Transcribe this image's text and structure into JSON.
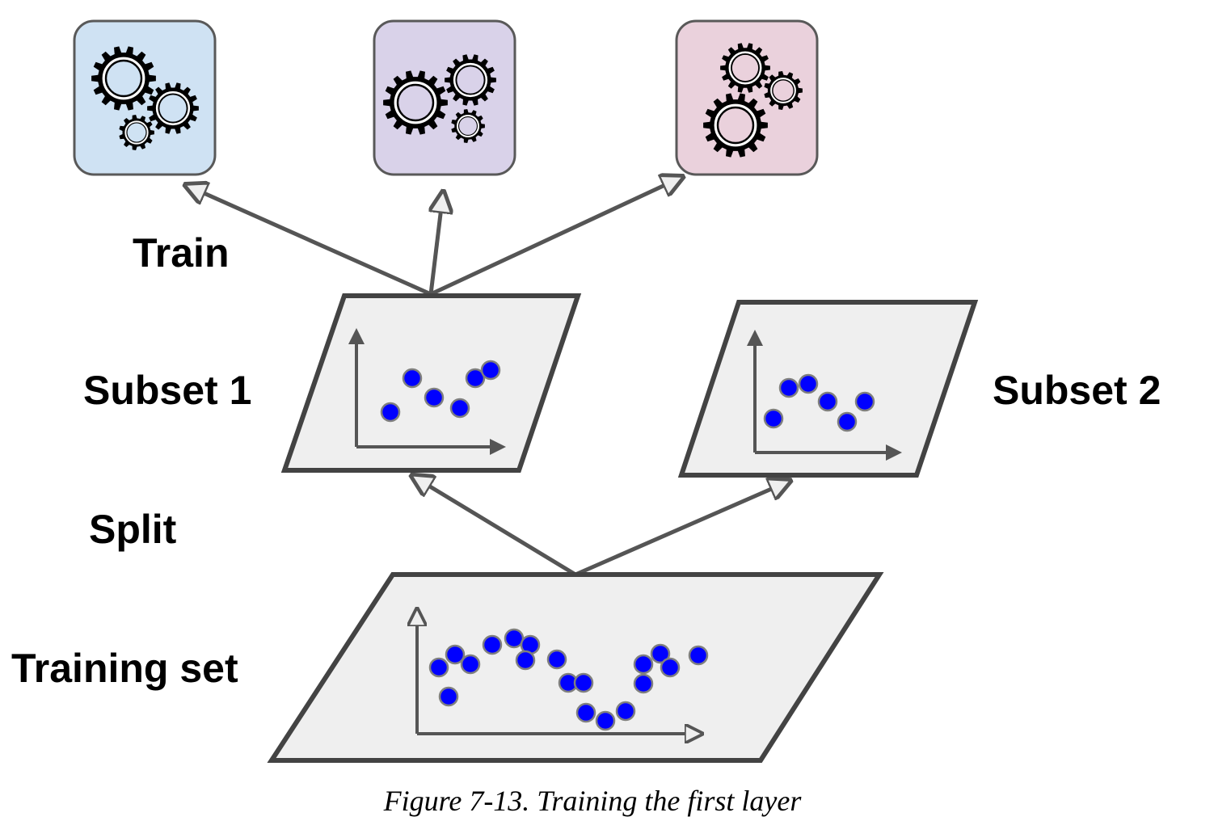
{
  "labels": {
    "train": "Train",
    "subset1": "Subset 1",
    "subset2": "Subset 2",
    "split": "Split",
    "training_set": "Training set"
  },
  "caption": "Figure 7-13. Training the first layer",
  "colors": {
    "predictor1": "#cfe2f3",
    "predictor2": "#d9d2e9",
    "predictor3": "#ead1dc",
    "panel": "#efefef",
    "outline": "#434343",
    "arrow": "#555555",
    "point": "#0000ff",
    "point_edge": "#7f7f7f"
  },
  "icons": [
    "gears-icon",
    "gears-icon",
    "gears-icon"
  ]
}
